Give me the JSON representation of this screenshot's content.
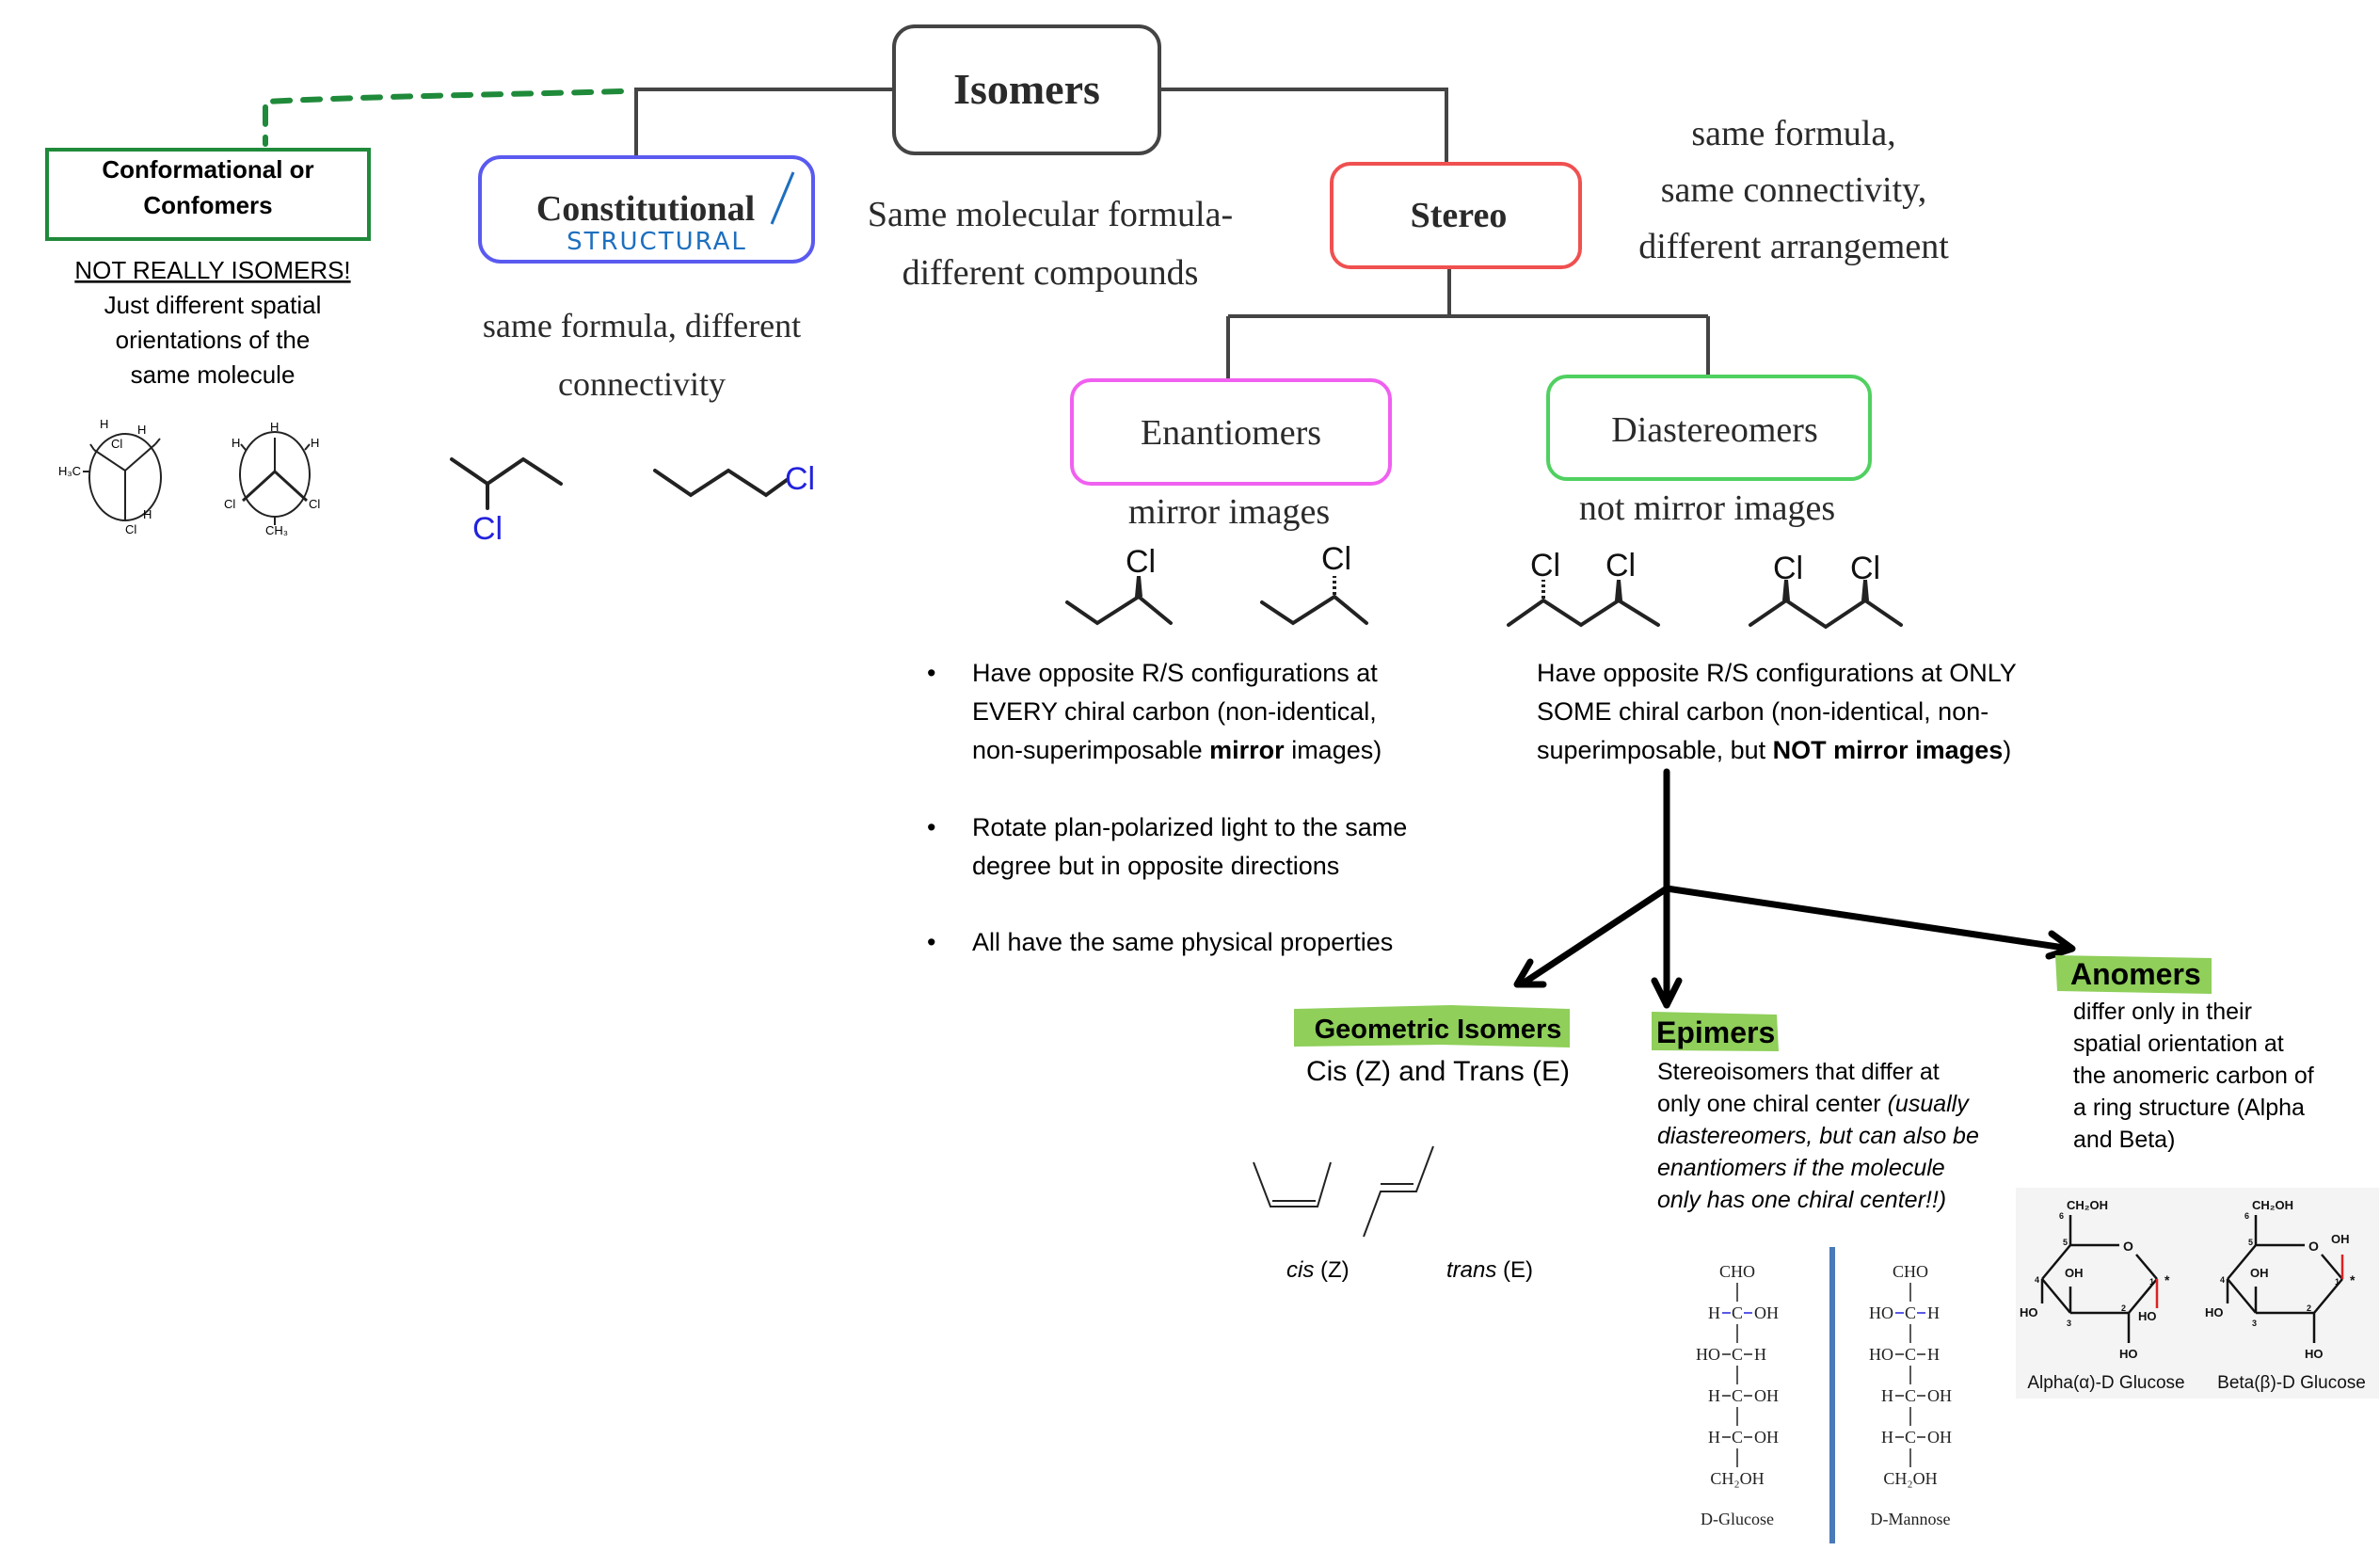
{
  "root": {
    "label": "Isomers",
    "color": "#f07040"
  },
  "conformational": {
    "title_line1": "Conformational or",
    "title_line2": "Confomers",
    "note_heading": "NOT REALLY ISOMERS!",
    "note_lines": [
      "Just different spatial",
      "orientations of the",
      "same molecule"
    ],
    "border_color": "#1f8a3a",
    "newman1": {
      "labels": [
        "H",
        "Cl",
        "H₃C",
        "Cl",
        "H"
      ],
      "top": "H"
    },
    "newman2": {
      "labels": [
        "H",
        "H",
        "H",
        "Cl",
        "Cl",
        "CH₃"
      ]
    }
  },
  "constitutional": {
    "label": "Constitutional",
    "handwritten": "STRUCTURAL",
    "border_color": "#5a5af0",
    "description_lines": [
      "same formula, different",
      "connectivity"
    ],
    "molecule_labels": [
      "Cl",
      "Cl"
    ]
  },
  "center_note": {
    "lines": [
      "Same molecular formula-",
      "different compounds"
    ]
  },
  "stereo": {
    "label": "Stereo",
    "border_color": "#f05050",
    "description_lines": [
      "same formula,",
      "same connectivity,",
      "different arrangement"
    ]
  },
  "enantiomers": {
    "label": "Enantiomers",
    "border_color": "#f060f0",
    "subtitle": "mirror images",
    "molecule_labels": [
      "Cl",
      "Cl"
    ],
    "bullets": [
      {
        "lines": [
          "Have opposite R/S configurations at",
          "EVERY chiral carbon (non-identical,"
        ],
        "line3_pre": "non-superimposable ",
        "line3_bold": "mirror",
        "line3_post": " images)"
      },
      {
        "lines": [
          "Rotate plan-polarized light to the same",
          "degree but in opposite directions"
        ]
      },
      {
        "lines": [
          "All have the same physical properties"
        ]
      }
    ],
    "bullet_glyph": "•"
  },
  "diastereomers": {
    "label": "Diastereomers",
    "border_color": "#50d060",
    "subtitle": "not mirror images",
    "molecule_labels": [
      "Cl",
      "Cl",
      "Cl",
      "Cl"
    ],
    "desc_line1": "Have opposite R/S configurations at ONLY",
    "desc_line2": "SOME chiral carbon (non-identical, non-",
    "desc_line3_pre": "superimposable, but ",
    "desc_line3_bold": "NOT mirror images",
    "desc_line3_post": ")"
  },
  "geometric": {
    "title": "Geometric Isomers",
    "subtitle": "Cis (Z) and Trans (E)",
    "cis_label_italic": "cis",
    "cis_label_rest": " (Z)",
    "trans_label_italic": "trans",
    "trans_label_rest": " (E)"
  },
  "epimers": {
    "title": "Epimers",
    "line1": "Stereoisomers that differ at",
    "line2_plain": "only one chiral center ",
    "line2_italic": "(usually",
    "italic_lines": [
      "diastereomers, but can also be",
      "enantiomers if the molecule",
      "only has one chiral center!!)"
    ],
    "glucose": {
      "name": "D-Glucose",
      "rows": [
        [
          "",
          "CHO",
          ""
        ],
        [
          "H",
          "C",
          "OH"
        ],
        [
          "HO",
          "C",
          "H"
        ],
        [
          "H",
          "C",
          "OH"
        ],
        [
          "H",
          "C",
          "OH"
        ],
        [
          "",
          "CH₂OH",
          ""
        ]
      ]
    },
    "mannose": {
      "name": "D-Mannose",
      "rows": [
        [
          "",
          "CHO",
          ""
        ],
        [
          "HO",
          "C",
          "H"
        ],
        [
          "HO",
          "C",
          "H"
        ],
        [
          "H",
          "C",
          "OH"
        ],
        [
          "H",
          "C",
          "OH"
        ],
        [
          "",
          "CH₂OH",
          ""
        ]
      ]
    },
    "highlight_color": "#2222dd"
  },
  "anomers": {
    "title": "Anomers",
    "lines": [
      "differ only in their",
      "spatial orientation at",
      "the anomeric carbon of",
      "a ring structure (Alpha",
      "and Beta)"
    ],
    "alpha": {
      "name": "Alpha(α)-D Glucose",
      "top": "CH₂OH",
      "ring_o": "O",
      "oh": "OH",
      "ho_left": "HO",
      "ho_bottom": "HO",
      "ho_anomeric": "HO",
      "star": "*",
      "numbers": [
        "1",
        "2",
        "3",
        "4",
        "5",
        "6"
      ]
    },
    "beta": {
      "name": "Beta(β)-D Glucose",
      "top": "CH₂OH",
      "ring_o": "O",
      "oh": "OH",
      "ho_left": "HO",
      "ho_bottom": "HO",
      "oh_anomeric": "OH",
      "star": "*",
      "numbers": [
        "1",
        "2",
        "3",
        "4",
        "5",
        "6"
      ]
    },
    "accent_red": "#e02020",
    "number_blue": "#2a3fb0"
  },
  "highlight_color": "#8fcf5a"
}
